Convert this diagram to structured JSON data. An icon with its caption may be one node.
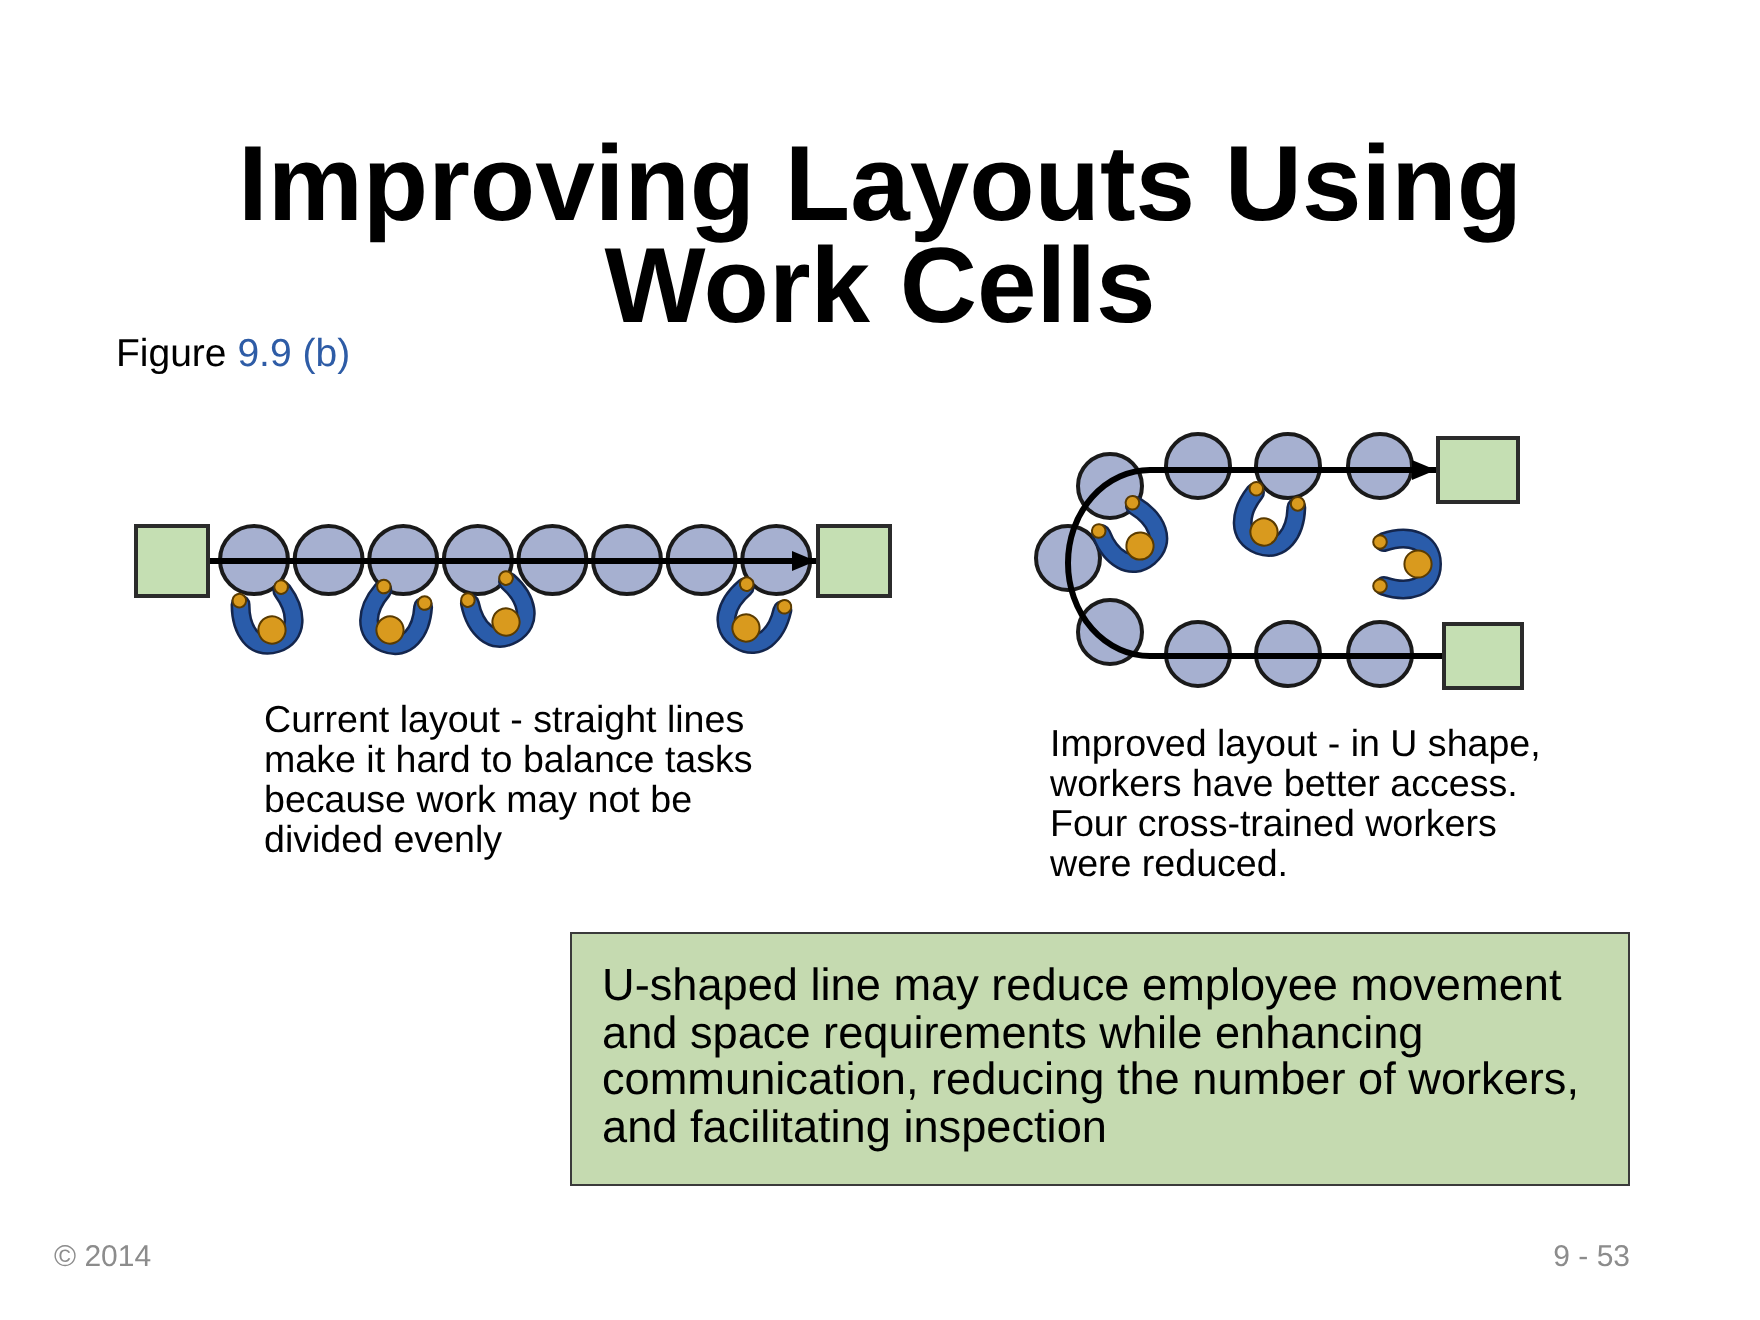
{
  "diagram": {
    "title": "Improving Layouts Using Work Cells",
    "nodes": [
      {
        "text": [],
        "shape": "box"
      },
      {
        "text": [],
        "shape": "box"
      },
      {
        "text": [],
        "shape": "box"
      },
      {
        "text": [],
        "shape": "box"
      },
      {
        "text": [
          "U-shaped line may reduce employee movement and space requirements while enhancing communication, reducing the number of workers, and facilitating inspection"
        ]
      }
    ],
    "edges": [
      {
        "from": 0,
        "to": 1,
        "arrow": "to"
      },
      {
        "from": 3,
        "to": 2,
        "arrow": "to"
      }
    ],
    "labels": [
      "Figure 9.9 (b)",
      "Current layout - straight lines make it hard to balance tasks because work may not be divided evenly",
      "Improved layout - in U shape, workers have better access. Four cross-trained workers were reduced.",
      "© 2014",
      "9 - 53"
    ]
  }
}
